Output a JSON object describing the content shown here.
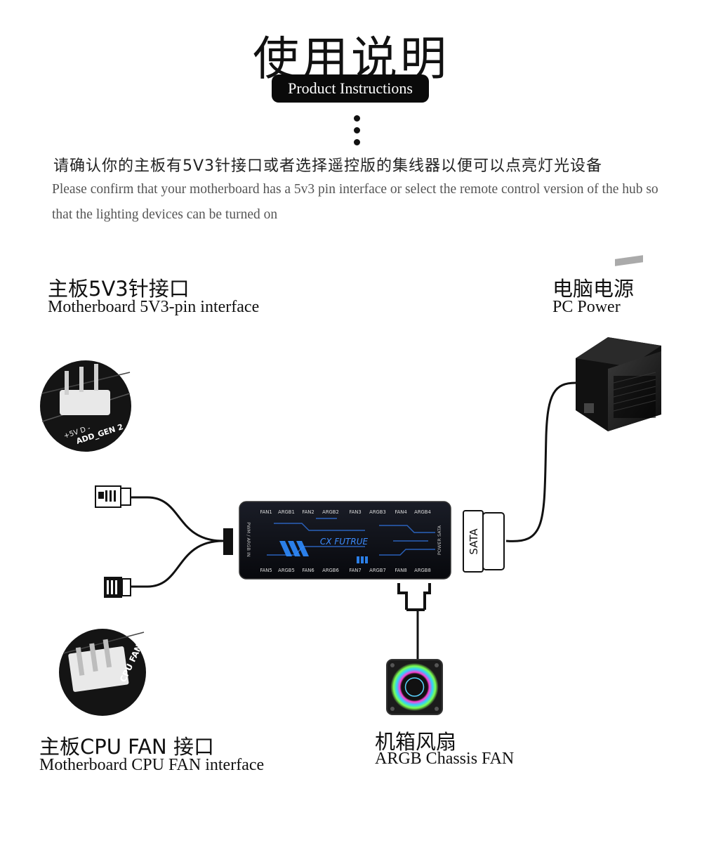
{
  "header": {
    "title_cn": "使用说明",
    "title_en": "Product Instructions"
  },
  "intro": {
    "text_cn": "请确认你的主板有5V3针接口或者选择遥控版的集线器以便可以点亮灯光设备",
    "text_en": "Please confirm that your motherboard has a 5v3 pin interface or select the remote control version of the hub so that the lighting devices can be turned on"
  },
  "labels": {
    "argb_header": {
      "cn": "主板5V3针接口",
      "en": "Motherboard 5V3-pin interface"
    },
    "pc_power": {
      "cn": "电脑电源",
      "en": "PC Power"
    },
    "cpu_fan": {
      "cn": "主板CPU FAN 接口",
      "en": "Motherboard CPU FAN interface"
    },
    "chassis_fan": {
      "cn": "机箱风扇",
      "en": "ARGB Chassis FAN"
    }
  },
  "hub": {
    "brand": "CX FUTRUE",
    "top_ports": [
      "FAN1",
      "ARGB1",
      "FAN2",
      "ARGB2",
      "FAN3",
      "ARGB3",
      "FAN4",
      "ARGB4"
    ],
    "bottom_ports": [
      "FAN5",
      "ARGB5",
      "FAN6",
      "ARGB6",
      "FAN7",
      "ARGB7",
      "FAN8",
      "ARGB8"
    ],
    "input_label": "PWM / ARGB IN",
    "power_label": "POWER SATA"
  },
  "sata_label": "SATA",
  "argb_photo_label": {
    "pins": "+5V  D  -",
    "header_name": "ADD_GEN 2"
  },
  "cpu_photo_label": "CPU FAN",
  "icons": [
    "argb-header-photo",
    "cpu-fan-header-photo",
    "psu-icon",
    "hub-icon",
    "sata-connector-icon",
    "chassis-fan-icon",
    "argb-plug-icon",
    "pwm-plug-icon"
  ],
  "colors": {
    "accent_blue": "#2f8cff",
    "hub_body": "#0d0f16",
    "ink": "#111111"
  }
}
